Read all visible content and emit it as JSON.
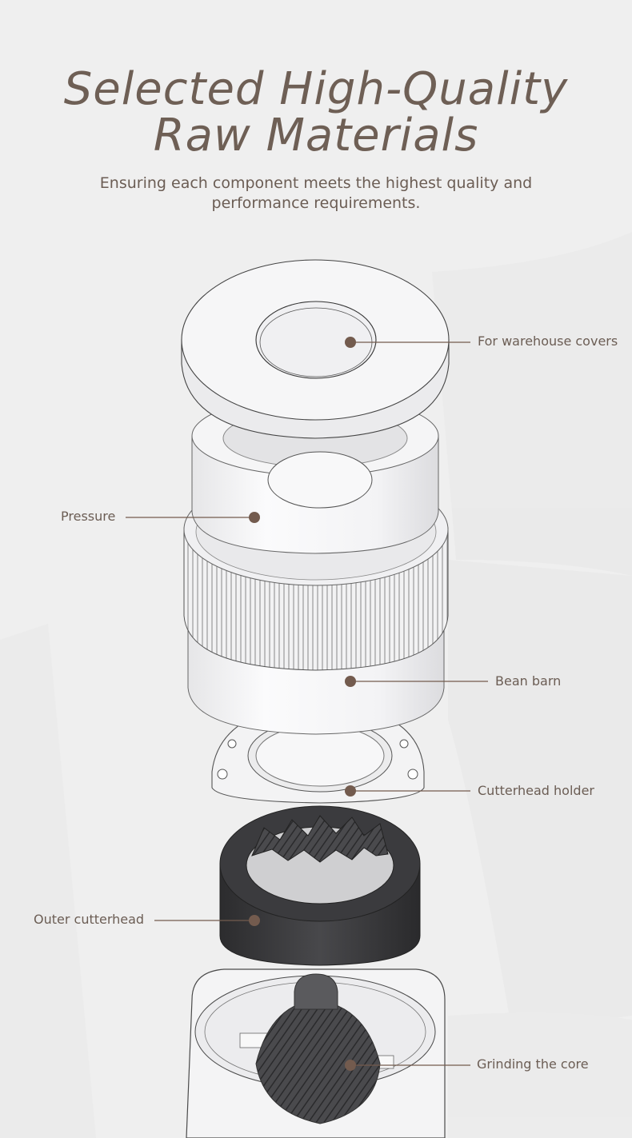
{
  "header": {
    "title_line1": "Selected High-Quality",
    "title_line2": "Raw Materials",
    "subtitle_line1": "Ensuring each component meets the highest quality and",
    "subtitle_line2": "performance requirements."
  },
  "callouts": [
    {
      "label": "For warehouse covers"
    },
    {
      "label": "Pressure"
    },
    {
      "label": "Bean barn"
    },
    {
      "label": "Cutterhead holder"
    },
    {
      "label": "Outer cutterhead"
    },
    {
      "label": "Grinding the core"
    }
  ],
  "colors": {
    "accent": "#735b4e",
    "text": "#6e5f55",
    "background": "#efefef"
  }
}
